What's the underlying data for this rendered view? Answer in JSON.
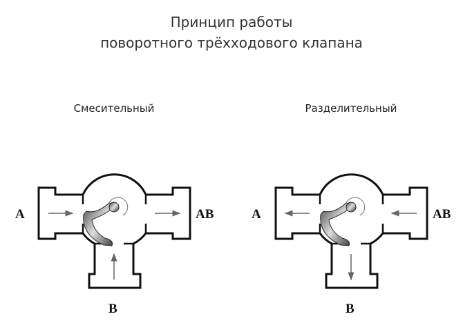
{
  "title": {
    "line1": "Принцип работы",
    "line2": "поворотного трёхходового клапана"
  },
  "mixing": {
    "label": "Смесительный",
    "port_a": "A",
    "port_ab": "AB",
    "port_b": "B"
  },
  "diverting": {
    "label": "Разделительный",
    "port_a": "A",
    "port_ab": "AB",
    "port_b": "B"
  }
}
